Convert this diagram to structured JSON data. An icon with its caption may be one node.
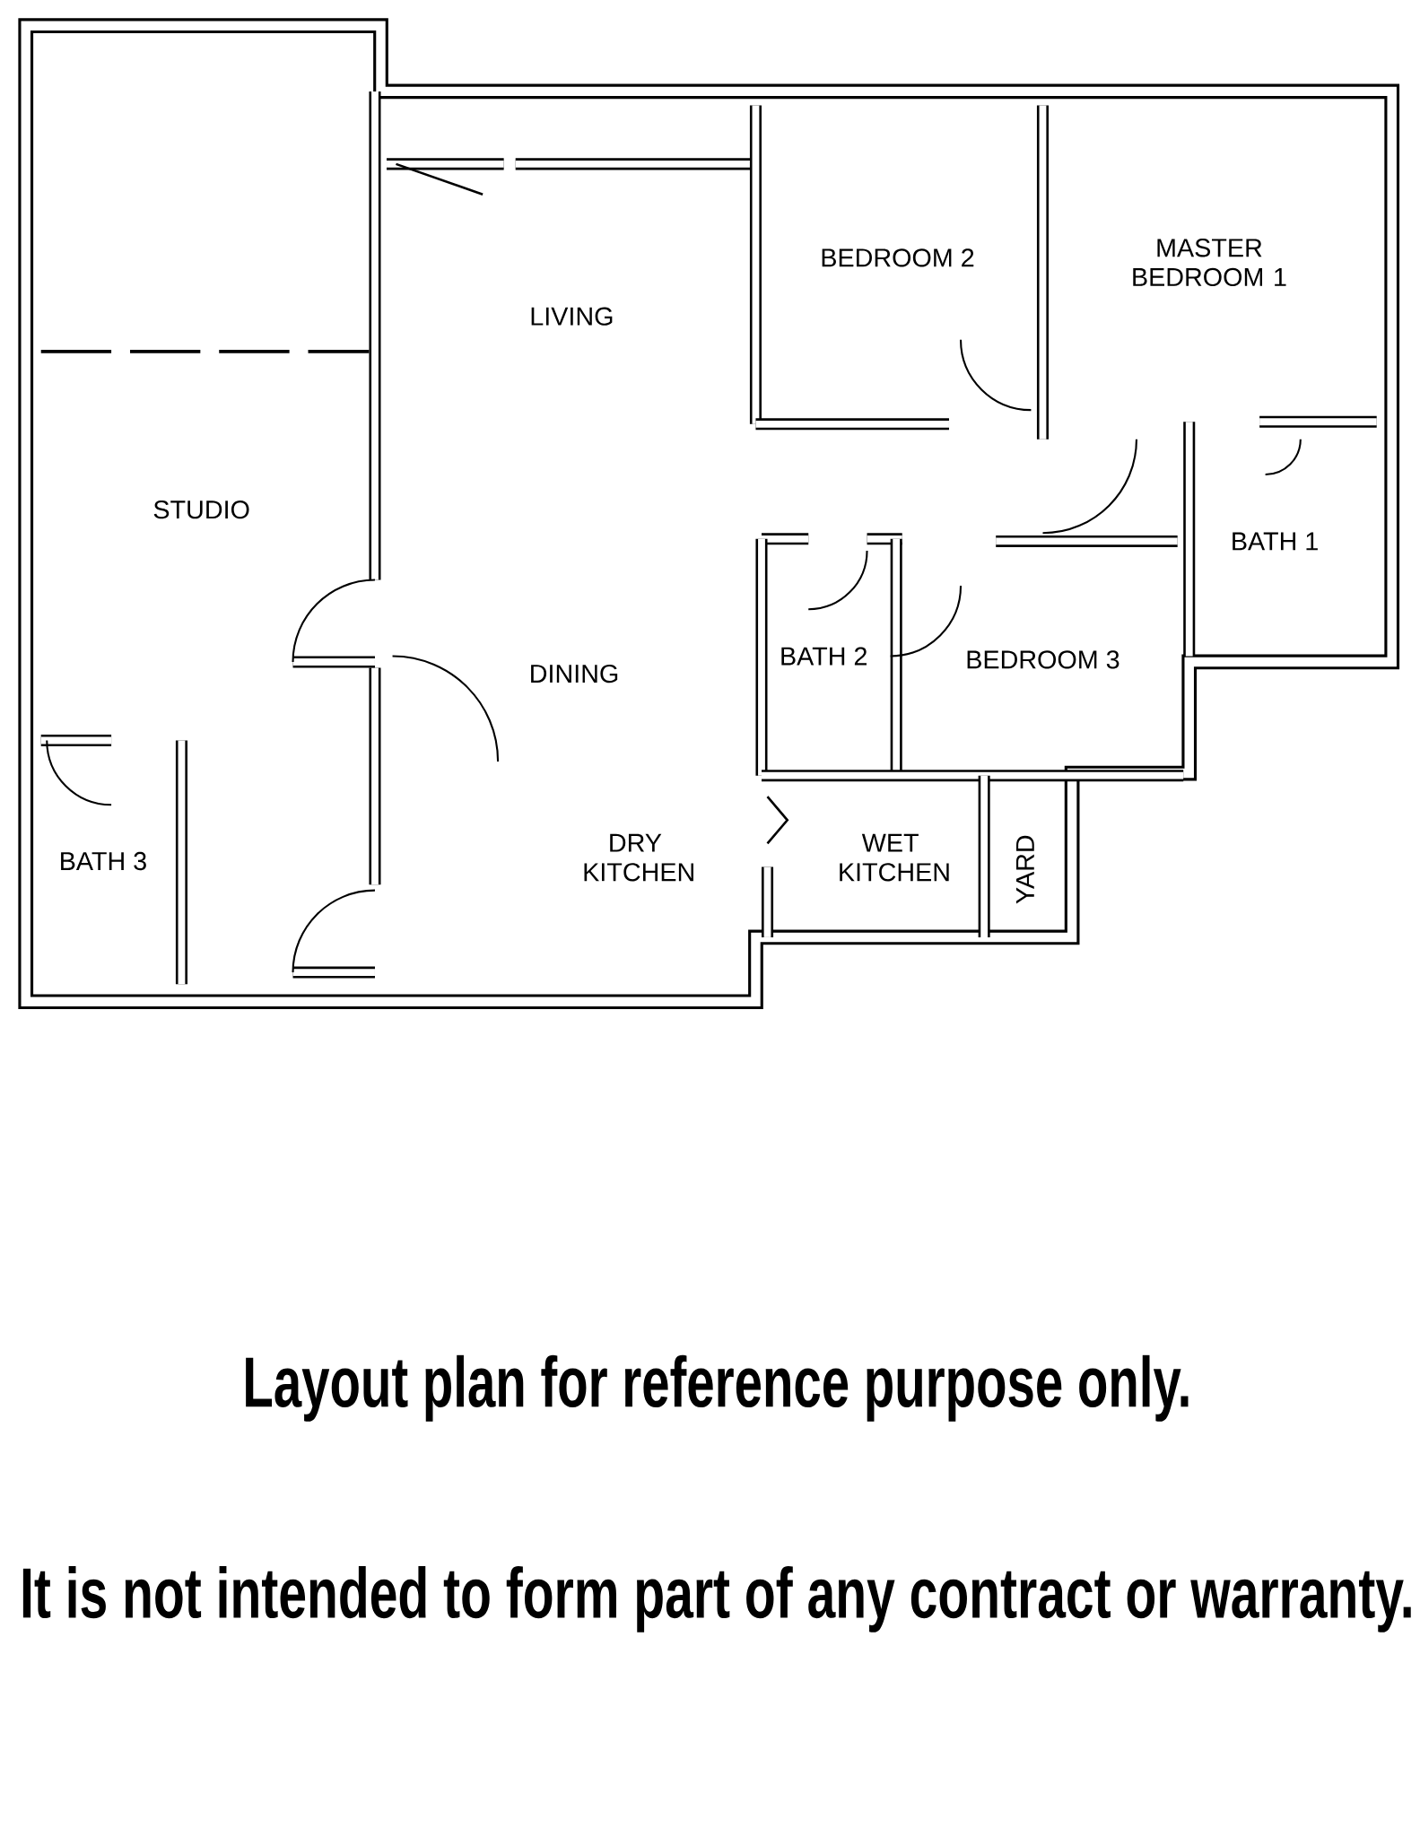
{
  "diagram": {
    "labels": [
      "MASTER BEDROOM 1",
      "BEDROOM 2",
      "LIVING",
      "STUDIO",
      "BATH 1",
      "BATH 2",
      "BEDROOM 3",
      "DINING",
      "DRY KITCHEN",
      "WET KITCHEN",
      "YARD",
      "BATH 3",
      "Layout plan for reference purpose only.",
      "It is not intended to form part of any contract or warranty."
    ]
  }
}
